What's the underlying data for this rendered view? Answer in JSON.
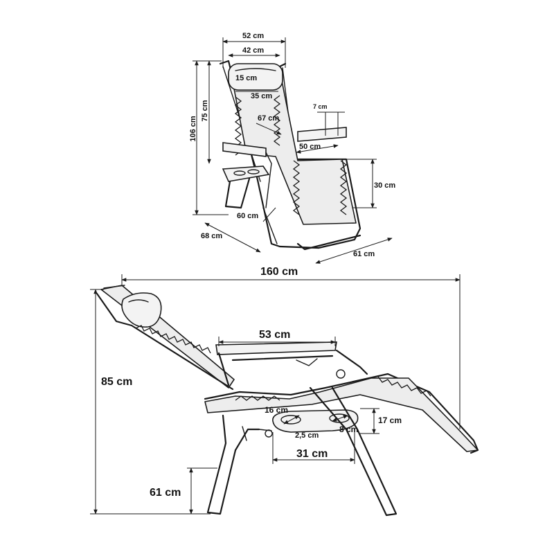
{
  "top_view": {
    "width_outer": "52 cm",
    "width_inner": "42 cm",
    "headrest": "15 cm",
    "back_width": "35 cm",
    "total_height": "106 cm",
    "back_height": "75 cm",
    "armrest_thickness": "7 cm",
    "back_length": "67 cm",
    "seat_width": "50 cm",
    "seat_height": "30 cm",
    "seat_depth": "60 cm",
    "depth": "68 cm",
    "base_width": "61 cm"
  },
  "side_view": {
    "total_length": "160 cm",
    "armrest_length": "53 cm",
    "height": "85 cm",
    "cup_holder_width": "16 cm",
    "cup_holder_small": "2,5 cm",
    "cup_holder_depth": "8 cm",
    "tray_height": "17 cm",
    "tray_width": "31 cm",
    "ground_height": "61 cm"
  }
}
